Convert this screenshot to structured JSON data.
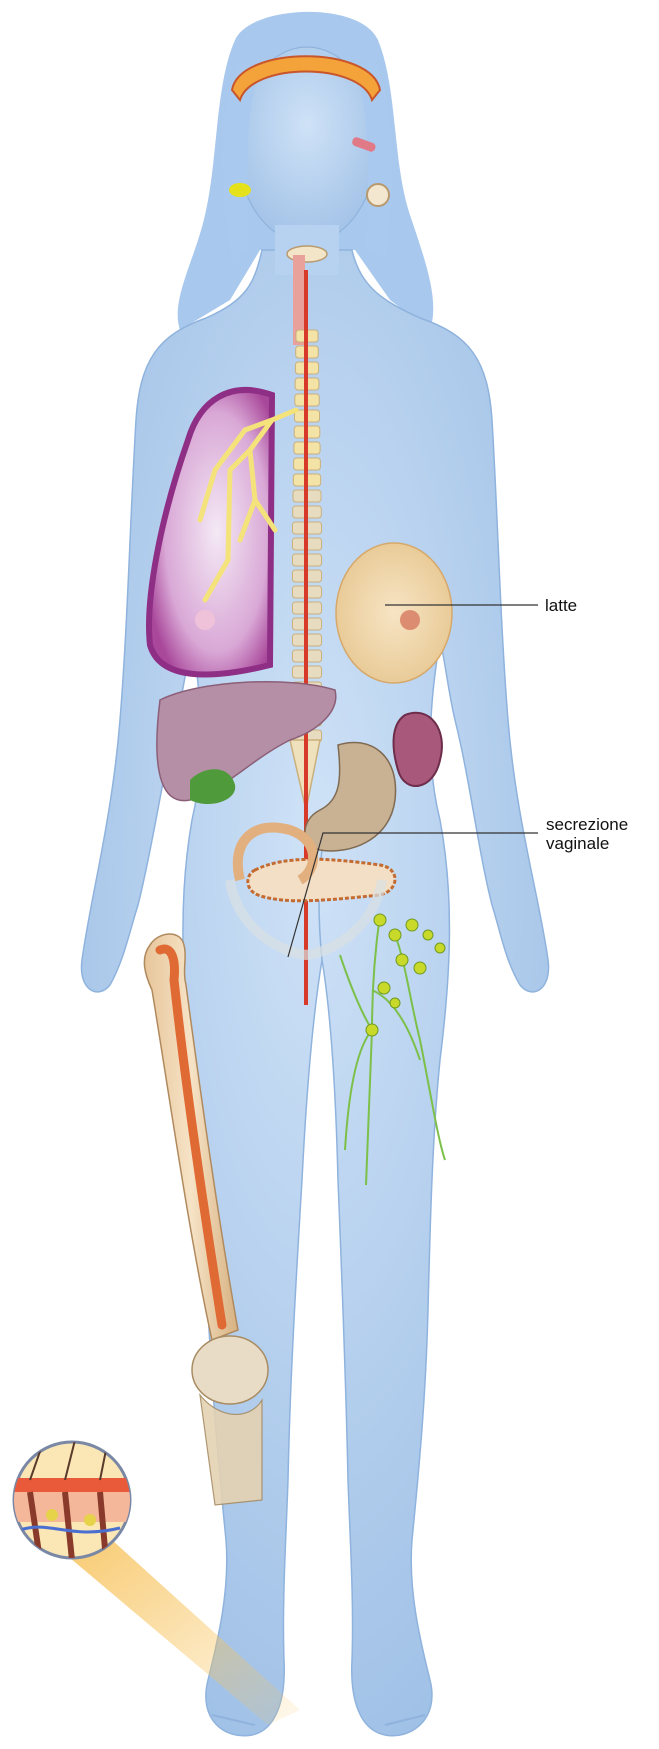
{
  "labels": {
    "milk": "latte",
    "vaginal_secretion_line1": "secrezione",
    "vaginal_secretion_line2": "vaginale"
  },
  "colors": {
    "skin": "#b9d4f1",
    "skin_shadow": "#8fb3dd",
    "hair": "#a9c8ec",
    "lung": "#b04f9e",
    "spine": "#f3e3a6",
    "blood_vessel": "#d83a2a",
    "liver": "#b58fa6",
    "gallbladder": "#5ea33e",
    "intestine": "#e2b07e",
    "breast": "#f1d9b0",
    "bone": "#eecfa8",
    "marrow": "#e06a34",
    "lymph": "#7cc04a",
    "lymph_node": "#c9d92a",
    "pointer_line": "#333333"
  }
}
